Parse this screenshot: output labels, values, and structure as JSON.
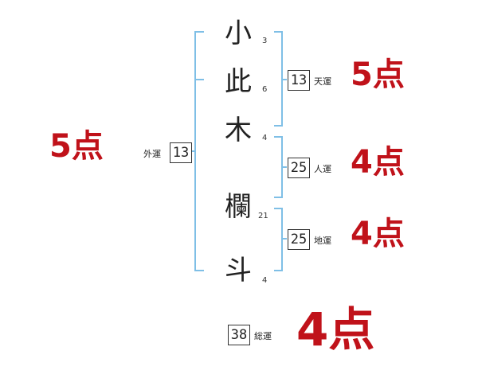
{
  "name_characters": [
    {
      "char": "小",
      "strokes": "3"
    },
    {
      "char": "此",
      "strokes": "6"
    },
    {
      "char": "木",
      "strokes": "4"
    },
    {
      "char": "欄",
      "strokes": "21"
    },
    {
      "char": "斗",
      "strokes": "4"
    }
  ],
  "gaikaku": {
    "label": "外運",
    "value": "13",
    "score": "5点"
  },
  "tenkaku": {
    "label": "天運",
    "value": "13",
    "score": "5点"
  },
  "jinkaku": {
    "label": "人運",
    "value": "25",
    "score": "4点"
  },
  "chikaku": {
    "label": "地運",
    "value": "25",
    "score": "4点"
  },
  "soukaku": {
    "label": "総運",
    "value": "38",
    "score": "4点"
  },
  "colors": {
    "bracket": "#7fbfe6",
    "score": "#c0121a",
    "text": "#222222"
  }
}
